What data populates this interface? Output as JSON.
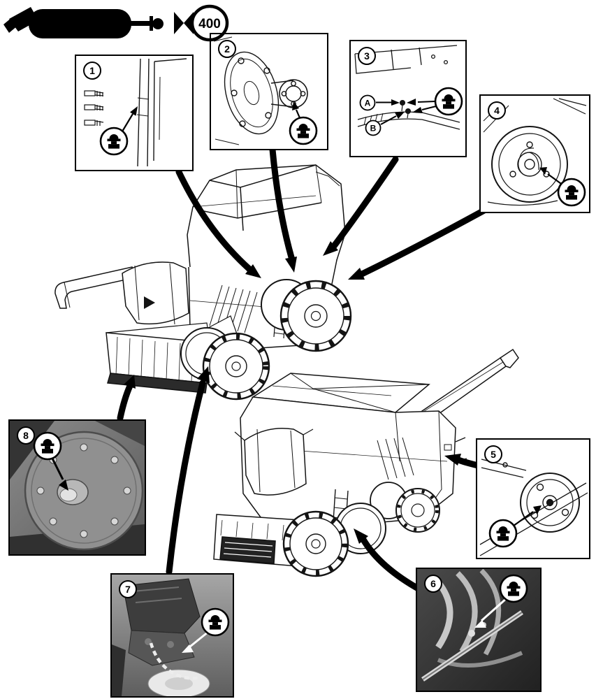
{
  "page": {
    "background": "#ffffff",
    "line_color": "#000000",
    "photo_tone": "#6b6b6b"
  },
  "header": {
    "interval_value": "400",
    "icons": [
      {
        "name": "grease-gun-icon"
      },
      {
        "name": "hour-interval-icon"
      }
    ]
  },
  "callouts": [
    {
      "number": "1"
    },
    {
      "number": "2"
    },
    {
      "number": "3",
      "label_a": "A",
      "label_b": "B"
    },
    {
      "number": "4"
    },
    {
      "number": "5"
    },
    {
      "number": "6"
    },
    {
      "number": "7"
    },
    {
      "number": "8"
    }
  ]
}
